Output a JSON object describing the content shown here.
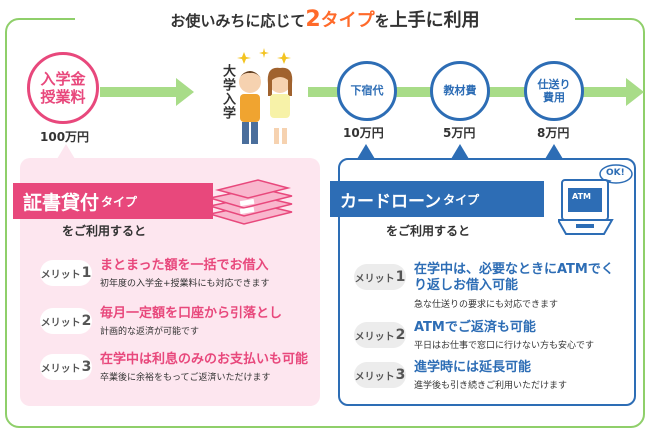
{
  "title": {
    "pre": "お使いみちに応じて",
    "num": "2",
    "highlight": "タイプ",
    "mid": "を",
    "post": "上手に利用"
  },
  "timeline": {
    "start": {
      "label_line1": "入学金",
      "label_line2": "授業料",
      "amount": "100万円"
    },
    "milestone": "大学入学",
    "events": [
      {
        "label_line1": "下宿代",
        "label_line2": "",
        "amount": "10万円"
      },
      {
        "label_line1": "教材費",
        "label_line2": "",
        "amount": "5万円"
      },
      {
        "label_line1": "仕送り",
        "label_line2": "費用",
        "amount": "8万円"
      }
    ]
  },
  "left_panel": {
    "type_name": "証書貸付",
    "type_suffix": "タイプ",
    "use_text": "をご利用すると",
    "merits": [
      {
        "badge": "メリット",
        "num": "1",
        "heading": "まとまった額を一括でお借入",
        "sub": "初年度の入学金+授業料にも対応できます"
      },
      {
        "badge": "メリット",
        "num": "2",
        "heading": "毎月一定額を口座から引落とし",
        "sub": "計画的な返済が可能です"
      },
      {
        "badge": "メリット",
        "num": "3",
        "heading": "在学中は利息のみのお支払いも可能",
        "sub": "卒業後に余裕をもってご返済いただけます"
      }
    ]
  },
  "right_panel": {
    "type_name": "カードローン",
    "type_suffix": "タイプ",
    "use_text": "をご利用すると",
    "ok_bubble": "OK!",
    "atm_label": "ATM",
    "merits": [
      {
        "badge": "メリット",
        "num": "1",
        "heading": "在学中は、必要なときにATMでくり返しお借入可能",
        "sub": "急な仕送りの要求にも対応できます"
      },
      {
        "badge": "メリット",
        "num": "2",
        "heading": "ATMでご返済も可能",
        "sub": "平日はお仕事で窓口に行けない方も安心です"
      },
      {
        "badge": "メリット",
        "num": "3",
        "heading": "進学時には延長可能",
        "sub": "進学後も引き続きご利用いただけます"
      }
    ]
  },
  "colors": {
    "pink": "#e8487c",
    "blue": "#2d6db5",
    "green": "#a8dc88",
    "orange": "#ff6a2a"
  }
}
